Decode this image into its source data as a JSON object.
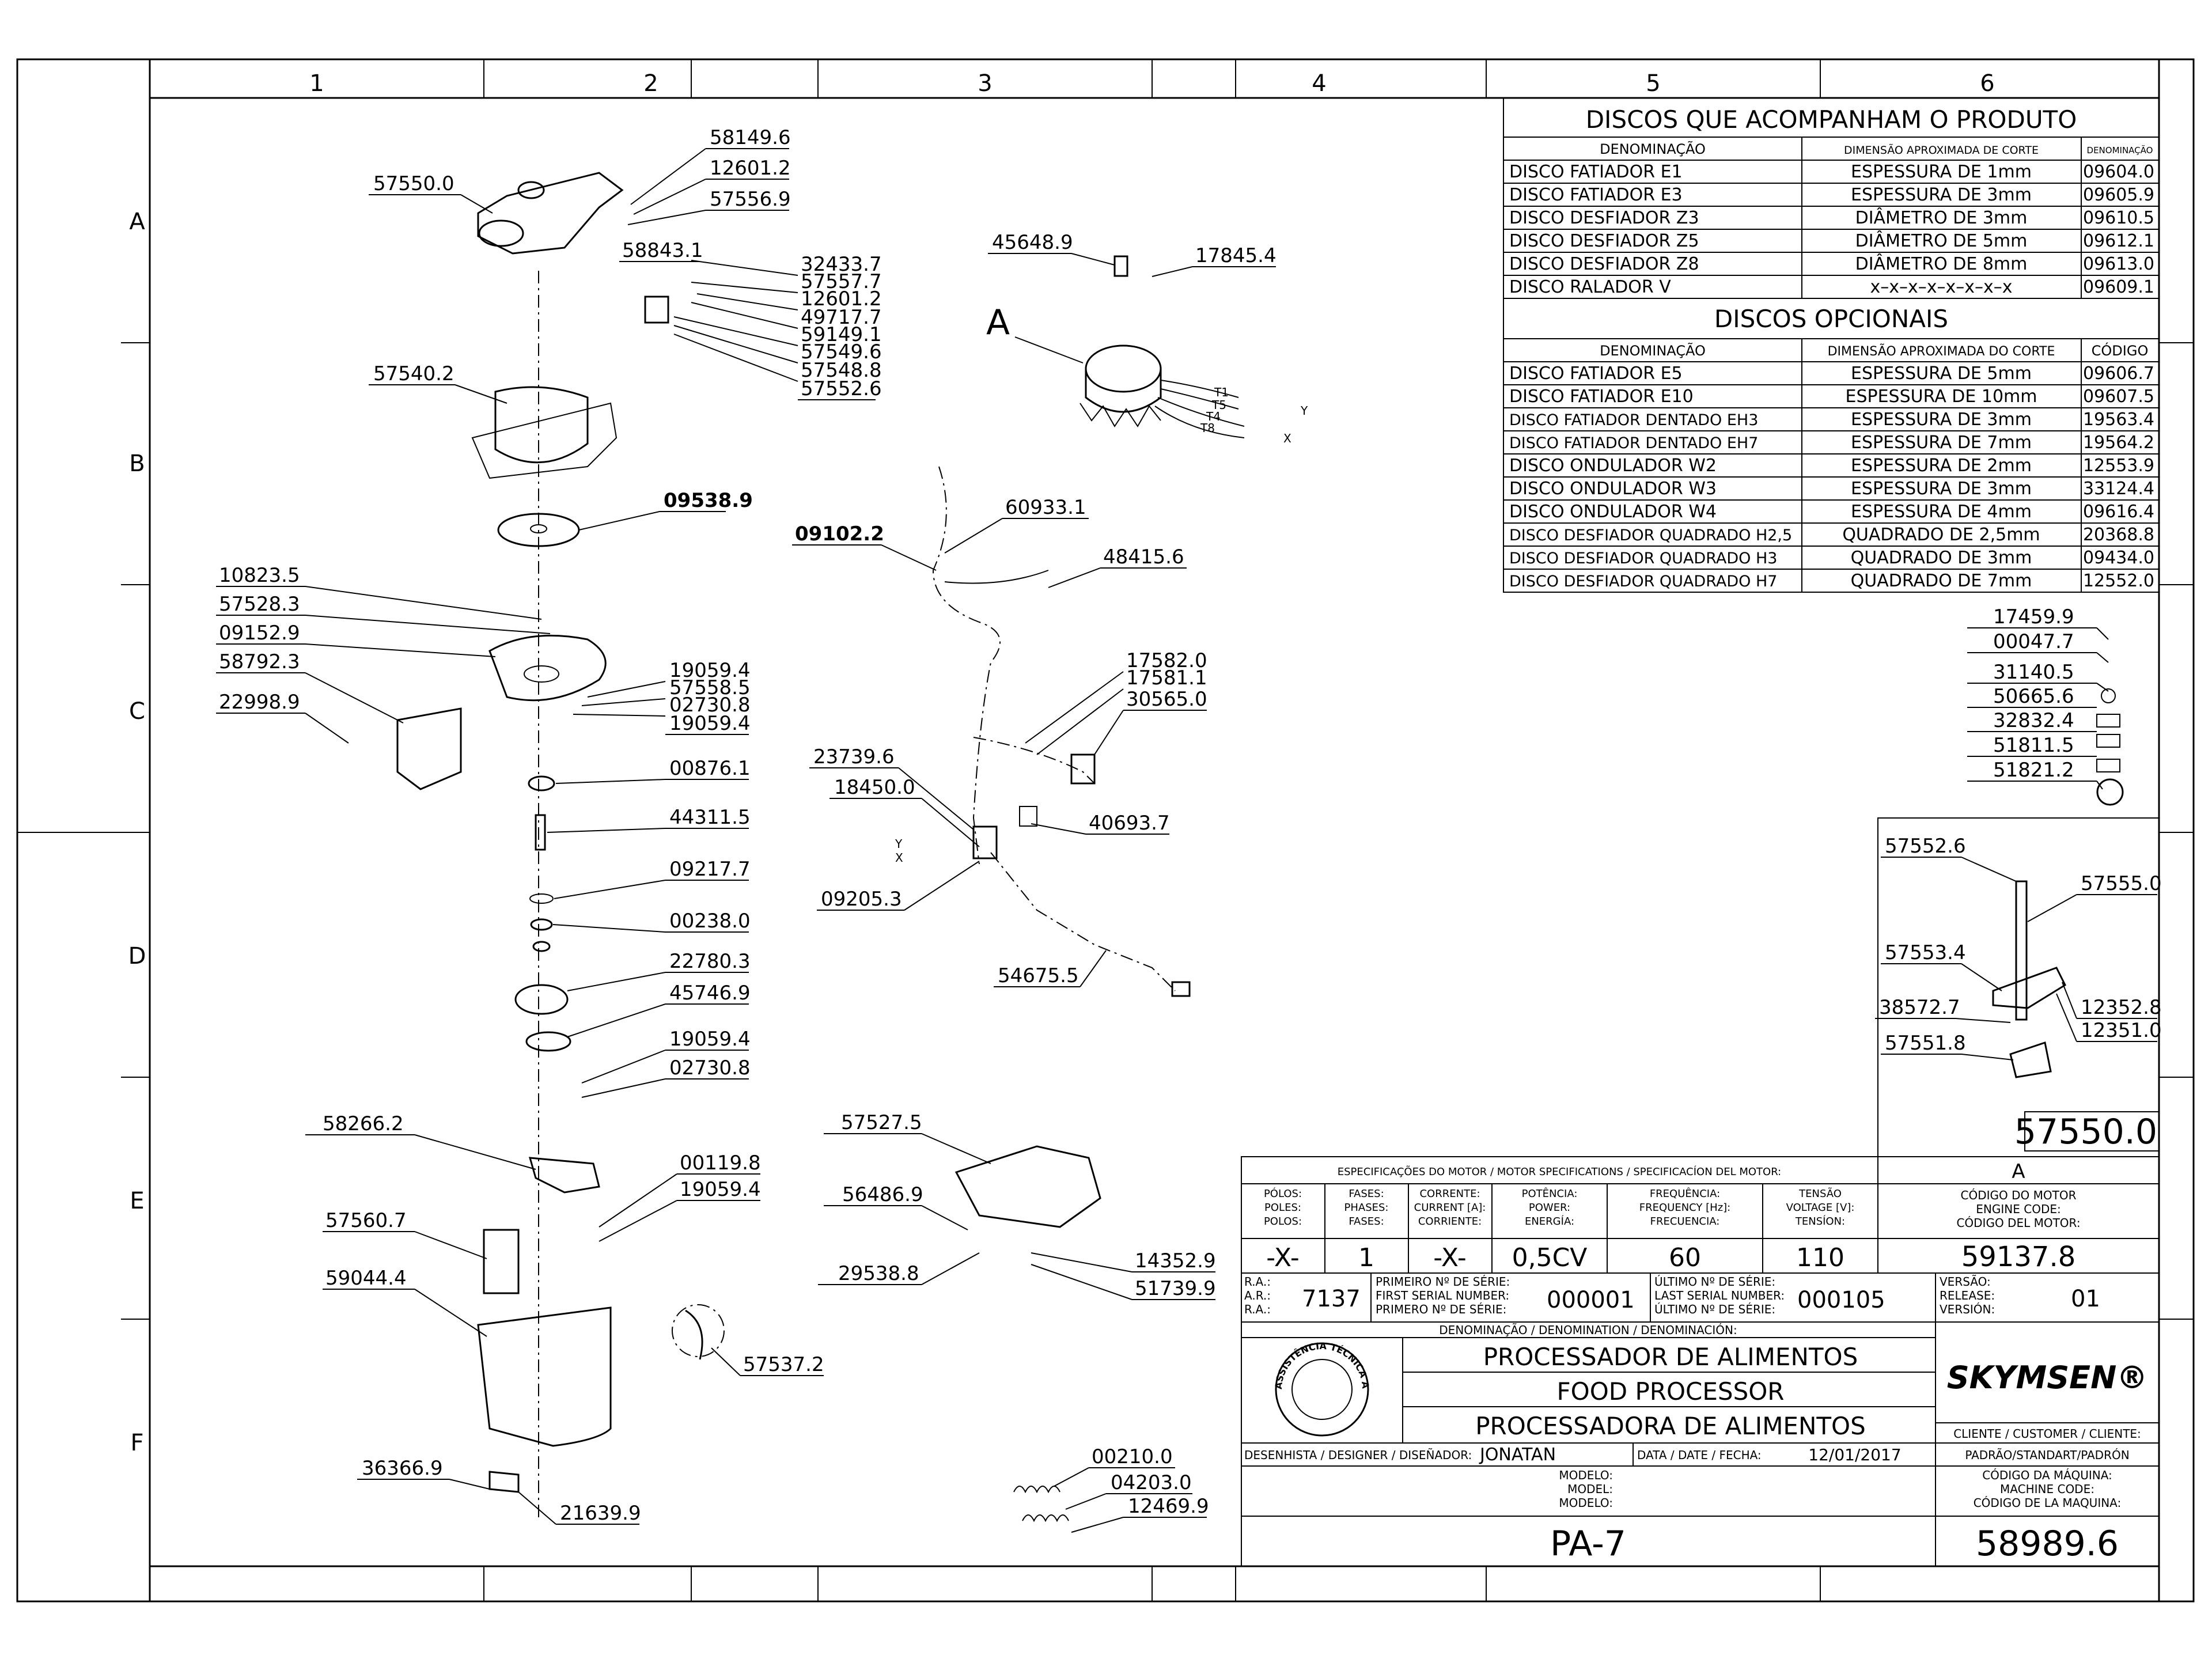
{
  "drawing": {
    "zone_columns": [
      "1",
      "2",
      "3",
      "4",
      "5",
      "6"
    ],
    "zone_rows": [
      "A",
      "B",
      "C",
      "D",
      "E",
      "F"
    ]
  },
  "tables": {
    "included_title": "DISCOS  QUE  ACOMPANHAM  O  PRODUTO",
    "included_headers": [
      "DENOMINAÇÃO",
      "DIMENSÃO  APROXIMADA  DE  CORTE",
      "DENOMINAÇÃO"
    ],
    "included_rows": [
      [
        "DISCO  FATIADOR  E1",
        "ESPESSURA  DE  1mm",
        "09604.0"
      ],
      [
        "DISCO  FATIADOR  E3",
        "ESPESSURA  DE  3mm",
        "09605.9"
      ],
      [
        "DISCO  DESFIADOR  Z3",
        "DIÂMETRO  DE  3mm",
        "09610.5"
      ],
      [
        "DISCO  DESFIADOR  Z5",
        "DIÂMETRO  DE  5mm",
        "09612.1"
      ],
      [
        "DISCO  DESFIADOR  Z8",
        "DIÂMETRO  DE  8mm",
        "09613.0"
      ],
      [
        "DISCO  RALADOR  V",
        "x–x–x–x–x–x–x–x",
        "09609.1"
      ]
    ],
    "optional_title": "DISCOS  OPCIONAIS",
    "optional_headers": [
      "DENOMINAÇÃO",
      "DIMENSÃO  APROXIMADA  DO  CORTE",
      "CÓDIGO"
    ],
    "optional_rows": [
      [
        "DISCO  FATIADOR  E5",
        "ESPESSURA  DE  5mm",
        "09606.7"
      ],
      [
        "DISCO  FATIADOR  E10",
        "ESPESSURA  DE  10mm",
        "09607.5"
      ],
      [
        "DISCO  FATIADOR  DENTADO  EH3",
        "ESPESSURA  DE  3mm",
        "19563.4"
      ],
      [
        "DISCO  FATIADOR  DENTADO  EH7",
        "ESPESSURA  DE  7mm",
        "19564.2"
      ],
      [
        "DISCO  ONDULADOR  W2",
        "ESPESSURA  DE  2mm",
        "12553.9"
      ],
      [
        "DISCO  ONDULADOR  W3",
        "ESPESSURA  DE  3mm",
        "33124.4"
      ],
      [
        "DISCO  ONDULADOR  W4",
        "ESPESSURA  DE  4mm",
        "09616.4"
      ],
      [
        "DISCO  DESFIADOR  QUADRADO  H2,5",
        "QUADRADO  DE  2,5mm",
        "20368.8"
      ],
      [
        "DISCO  DESFIADOR  QUADRADO  H3",
        "QUADRADO  DE  3mm",
        "09434.0"
      ],
      [
        "DISCO  DESFIADOR  QUADRADO  H7",
        "QUADRADO  DE  7mm",
        "12552.0"
      ]
    ]
  },
  "labels": {
    "main": [
      "57550.0",
      "58149.6",
      "12601.2",
      "57556.9",
      "58843.1",
      "32433.7",
      "57557.7",
      "12601.2",
      "49717.7",
      "59149.1",
      "57549.6",
      "57548.8",
      "57552.6",
      "57540.2",
      "09538.9",
      "10823.5",
      "57528.3",
      "09152.9",
      "58792.3",
      "22998.9",
      "19059.4",
      "57558.5",
      "02730.8",
      "19059.4",
      "00876.1",
      "44311.5",
      "09217.7",
      "00238.0",
      "22780.3",
      "45746.9",
      "19059.4",
      "02730.8",
      "58266.2",
      "00119.8",
      "19059.4",
      "57560.7",
      "59044.4",
      "57537.2",
      "36366.9",
      "21639.9"
    ],
    "center": [
      "45648.9",
      "17845.4",
      "A",
      "60933.1",
      "09102.2",
      "48415.6",
      "17582.0",
      "17581.1",
      "30565.0",
      "23739.6",
      "18450.0",
      "40693.7",
      "09205.3",
      "54675.5",
      "57527.5",
      "56486.9",
      "29538.8",
      "14352.9",
      "51739.9",
      "00210.0",
      "04203.0",
      "12469.9"
    ],
    "right": [
      "17459.9",
      "00047.7",
      "31140.5",
      "50665.6",
      "32832.4",
      "51811.5",
      "51821.2",
      "57552.6",
      "57555.0",
      "57553.4",
      "38572.7",
      "12352.8",
      "12351.0",
      "57551.8"
    ],
    "wires": [
      "T1",
      "T5",
      "T4",
      "T8",
      "Y",
      "X",
      "Y",
      "X"
    ],
    "detail_code": "57550.0"
  },
  "title_block": {
    "detail_letter": "A",
    "motor_spec_title": "ESPECIFICAÇÕES  DO  MOTOR  /  MOTOR  SPECIFICATIONS  /  SPECIFICACÍON  DEL  MOTOR:",
    "spec_headers": [
      [
        "PÓLOS:",
        "POLES:",
        "POLOS:"
      ],
      [
        "FASES:",
        "PHASES:",
        "FASES:"
      ],
      [
        "CORRENTE:",
        "CURRENT [A]:",
        "CORRIENTE:"
      ],
      [
        "POTÊNCIA:",
        "POWER:",
        "ENERGÍA:"
      ],
      [
        "FREQUÊNCIA:",
        "FREQUENCY [Hz]:",
        "FRECUENCIA:"
      ],
      [
        "TENSÃO",
        "VOLTAGE [V]:",
        "TENSÍON:"
      ]
    ],
    "spec_values": [
      "-X-",
      "1",
      "-X-",
      "0,5CV",
      "60",
      "110"
    ],
    "engine_code_labels": [
      "CÓDIGO  DO  MOTOR",
      "ENGINE  CODE:",
      "CÓDIGO  DEL  MOTOR:"
    ],
    "engine_code": "59137.8",
    "ra_labels": [
      "R.A.:",
      "A.R.:",
      "R.A.:"
    ],
    "ra": "7137",
    "first_serial_labels": [
      "PRIMEIRO  Nº  DE  SÉRIE:",
      "FIRST  SERIAL  NUMBER:",
      "PRIMERO  Nº  DE  SÉRIE:"
    ],
    "first_serial": "000001",
    "last_serial_labels": [
      "ÚLTIMO  Nº  DE  SÉRIE:",
      "LAST  SERIAL  NUMBER:",
      "ÚLTIMO  Nº  DE  SÉRIE:"
    ],
    "last_serial": "000105",
    "version_labels": [
      "VERSÃO:",
      "RELEASE:",
      "VERSIÓN:"
    ],
    "version": "01",
    "denomination_label": "DENOMINAÇÃO  /  DENOMINATION  /  DENOMINACIÓN:",
    "names": [
      "PROCESSADOR  DE  ALIMENTOS",
      "FOOD  PROCESSOR",
      "PROCESSADORA  DE  ALIMENTOS"
    ],
    "stamp_text": "ASSISTÊNCIA  TÉCNICA  AUTORIZADA",
    "brand": "SKYMSEN®",
    "client_label": "CLIENTE  /  CUSTOMER  /  CLIENTE:",
    "client": "PADRÃO/STANDART/PADRÓN",
    "designer_label": "DESENHISTA  /  DESIGNER  /  DISEÑADOR:",
    "designer": "JONATAN",
    "date_label": "DATA  /  DATE  /  FECHA:",
    "date": "12/01/2017",
    "model_labels": [
      "MODELO:",
      "MODEL:",
      "MODELO:"
    ],
    "model": "PA-7",
    "machine_code_labels": [
      "CÓDIGO  DA  MÁQUINA:",
      "MACHINE  CODE:",
      "CÓDIGO  DE  LA  MAQUINA:"
    ],
    "machine_code": "58989.6"
  }
}
